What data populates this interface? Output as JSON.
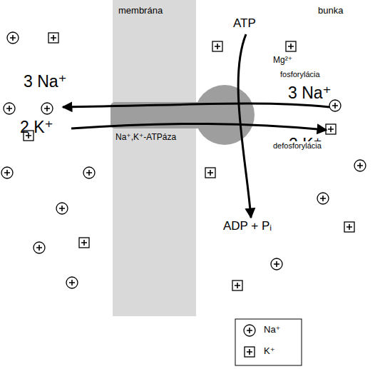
{
  "diagram": {
    "labels": [
      "membrána",
      "bunka",
      "ATP",
      "Mg²⁺",
      "fosforylácia",
      "3 Na⁺",
      "3 Na⁺",
      "2 K⁺",
      "2 K⁺",
      "Na⁺,K⁺-ATPáza",
      "defosforylácia",
      "ADP + Pᵢ"
    ],
    "legend": [
      {
        "text": "Na⁺"
      },
      {
        "text": "K⁺"
      }
    ]
  }
}
